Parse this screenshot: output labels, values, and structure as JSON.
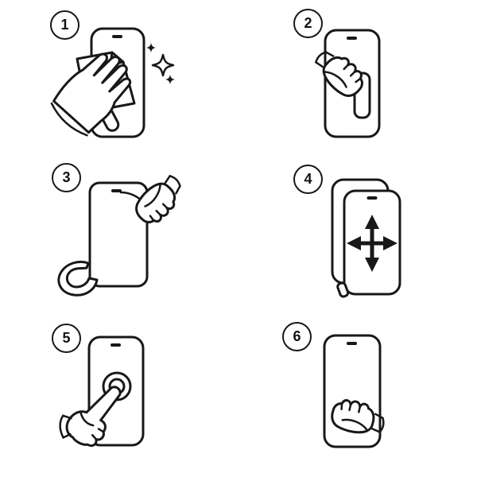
{
  "diagram": {
    "background": "#ffffff",
    "line_color": "#181818",
    "steps": [
      {
        "number": "1",
        "icon": "wipe-phone-screen-icon"
      },
      {
        "number": "2",
        "icon": "peel-film-tab-icon"
      },
      {
        "number": "3",
        "icon": "peel-protector-corner-icon"
      },
      {
        "number": "4",
        "icon": "align-protector-arrows-icon"
      },
      {
        "number": "5",
        "icon": "press-screen-center-icon"
      },
      {
        "number": "6",
        "icon": "smooth-screen-icon"
      }
    ]
  }
}
